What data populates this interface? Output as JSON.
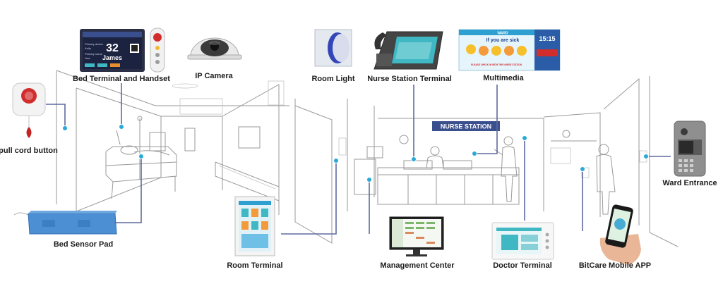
{
  "labels": {
    "bed_terminal": "Bed Terminal and Handset",
    "ip_camera": "IP Camera",
    "room_light": "Room Light",
    "nurse_station_terminal": "Nurse Station Terminal",
    "multimedia": "Multimedia",
    "pull_cord": "pull cord button",
    "bed_sensor": "Bed Sensor Pad",
    "room_terminal": "Room Terminal",
    "management_center": "Management Center",
    "doctor_terminal": "Doctor Terminal",
    "mobile_app": "BitCare Mobile APP",
    "ward_entrance": "Ward Entrance",
    "nurse_station_sign": "NURSE STATION"
  },
  "bed_screen": {
    "number": "32",
    "name": "James",
    "rows": [
      "Primary doctor",
      "Kelly",
      "Primary nurse",
      "Lisa"
    ]
  },
  "multimedia_screen": {
    "header": "WARD",
    "title": "If you are sick",
    "clock": "15:15",
    "notice": "PLEASE CHECK IN WITH THE NURSE STATION"
  },
  "colors": {
    "leader": "#5e6a9e",
    "dot": "#29a9d8",
    "sign": "#3a4f8e",
    "accent_red": "#d22d2d",
    "screen_dark": "#1c2340",
    "screen_teal": "#3fb8c4"
  },
  "icons": {
    "pull_cord": "red-alarm-button-icon",
    "ip_camera": "dome-camera-icon",
    "room_light": "corridor-light-icon",
    "phone": "smartphone-icon"
  }
}
